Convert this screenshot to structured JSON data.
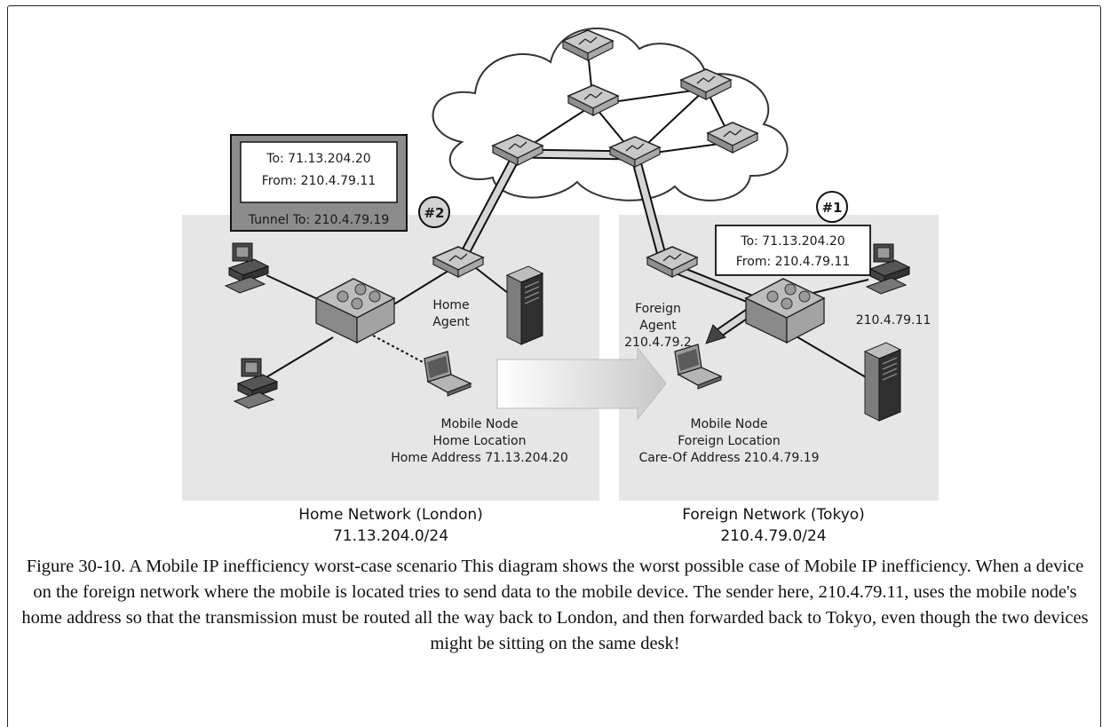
{
  "diagram": {
    "badge_home": "#2",
    "badge_foreign": "#1",
    "packet_tunnel": {
      "to": "To: 71.13.204.20",
      "from": "From: 210.4.79.11",
      "tunnel": "Tunnel To: 210.4.79.19"
    },
    "packet_local": {
      "to": "To: 71.13.204.20",
      "from": "From: 210.4.79.11"
    },
    "home_agent": [
      "Home",
      "Agent"
    ],
    "foreign_agent": [
      "Foreign",
      "Agent",
      "210.4.79.2"
    ],
    "sender_address": "210.4.79.11",
    "mobile_home": [
      "Mobile Node",
      "Home Location",
      "Home Address 71.13.204.20"
    ],
    "mobile_foreign": [
      "Mobile Node",
      "Foreign Location",
      "Care-Of Address 210.4.79.19"
    ],
    "home_network": {
      "name": "Home Network (London)",
      "subnet": "71.13.204.0/24"
    },
    "foreign_network": {
      "name": "Foreign Network (Tokyo)",
      "subnet": "210.4.79.0/24"
    }
  },
  "caption": "Figure 30-10. A Mobile IP inefficiency worst-case scenario This diagram shows the worst possible case of Mobile IP inefficiency. When a device on the foreign network where the mobile is located tries to send data to the mobile device. The sender here, 210.4.79.11, uses the mobile node's home address so that the transmission must be routed all the way back to London, and then forwarded back to Tokyo, even though the two devices might be sitting on the same desk!"
}
